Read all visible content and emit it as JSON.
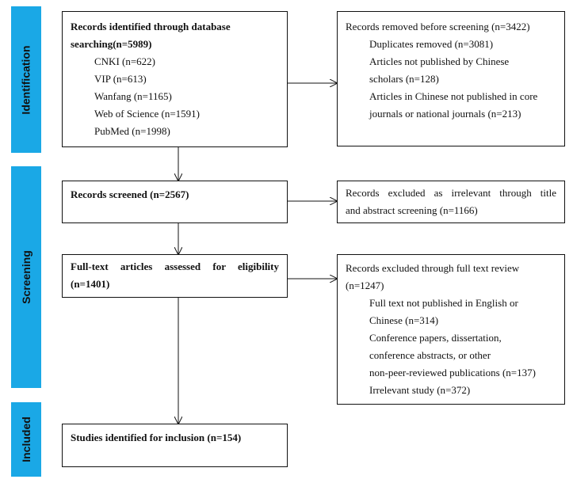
{
  "stages": {
    "identification": "Identification",
    "screening": "Screening",
    "included": "Included"
  },
  "identified": {
    "title_line1": "Records identified through database",
    "title_line2": "searching(n=5989)",
    "sources": [
      "CNKI (n=622)",
      "VIP (n=613)",
      "Wanfang (n=1165)",
      "Web of Science (n=1591)",
      "PubMed (n=1998)"
    ]
  },
  "removed": {
    "title": "Records removed before screening (n=3422)",
    "items": [
      "Duplicates removed (n=3081)",
      "Articles not published by Chinese",
      "scholars (n=128)",
      "Articles in Chinese not published in core",
      "journals or national journals (n=213)"
    ]
  },
  "screened": {
    "title": "Records screened (n=2567)"
  },
  "excluded_title": {
    "line1": "Records excluded as irrelevant through title",
    "line2": "and abstract screening (n=1166)"
  },
  "fulltext": {
    "line1": "Full-text articles assessed for eligibility",
    "line2": "(n=1401)"
  },
  "excluded_fulltext": {
    "line1": "Records excluded through full text review",
    "line2": "(n=1247)",
    "items": [
      "Full text not published in English or",
      "Chinese (n=314)",
      "Conference papers, dissertation,",
      "conference abstracts, or other",
      "non-peer-reviewed publications (n=137)",
      "Irrelevant study (n=372)"
    ]
  },
  "included": {
    "title": "Studies identified for inclusion (n=154)"
  }
}
